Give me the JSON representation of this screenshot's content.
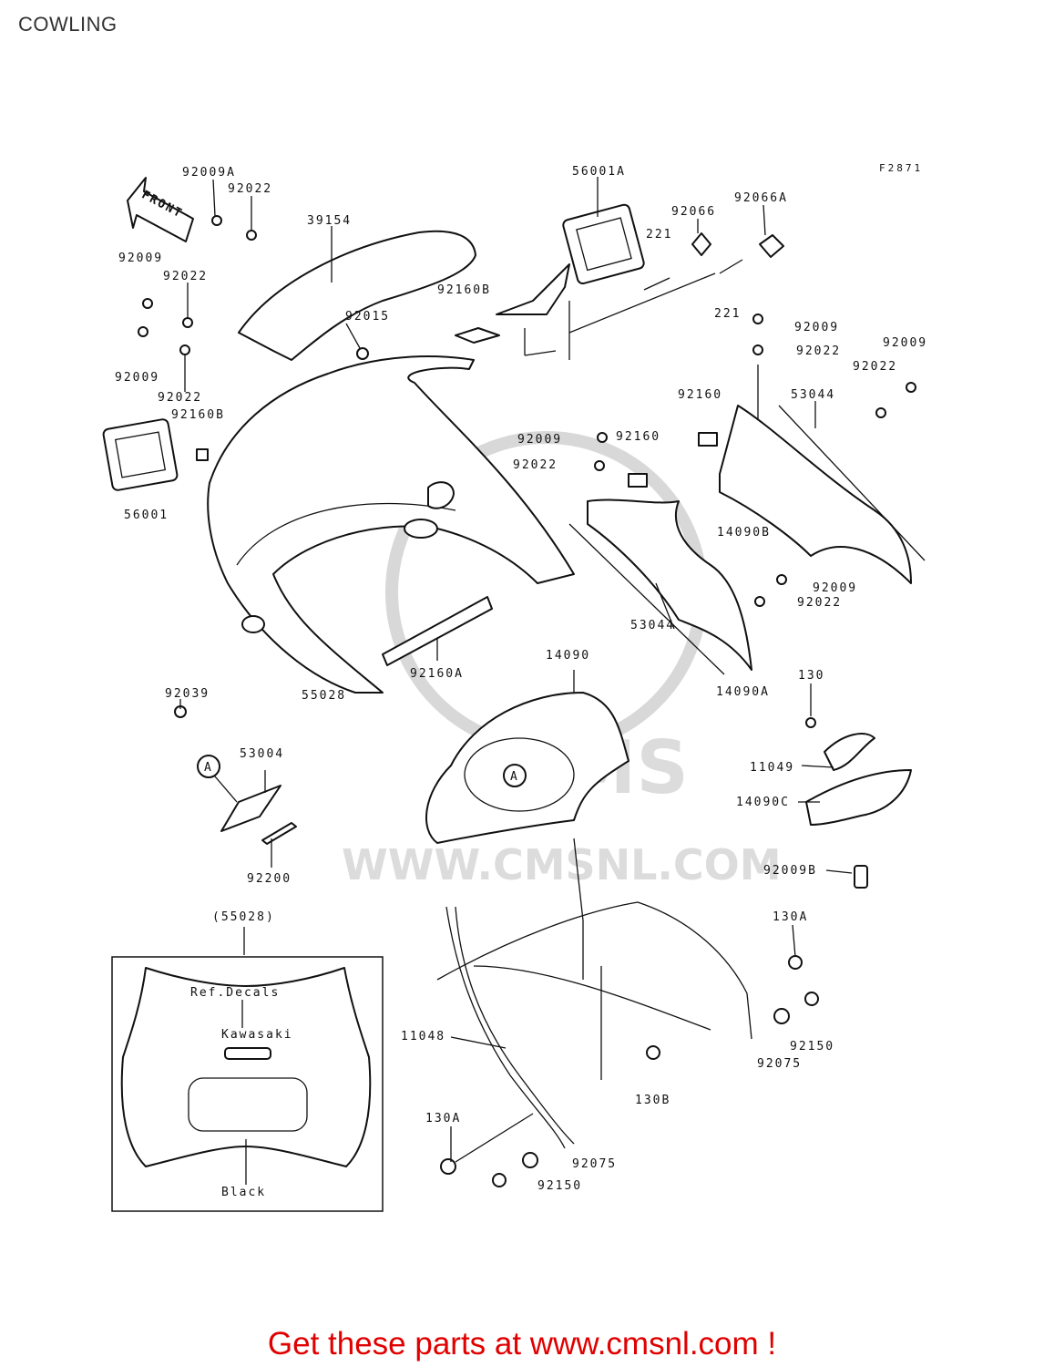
{
  "header": {
    "title": "COWLING"
  },
  "figure_code": "F2871",
  "front_arrow": {
    "label": "FRONT"
  },
  "watermark": {
    "brand": "CMS",
    "url": "WWW.CMSNL.COM"
  },
  "part_labels": {
    "l92009A": "92009A",
    "l92022a": "92022",
    "l39154": "39154",
    "l92009a": "92009",
    "l92022b": "92022",
    "l92015": "92015",
    "l92009b": "92009",
    "l92022c": "92022",
    "l92160B_a": "92160B",
    "l56001": "56001",
    "l56001A": "56001A",
    "l221a": "221",
    "l92066": "92066",
    "l92066A": "92066A",
    "l92160B_b": "92160B",
    "l221b": "221",
    "l92009c": "92009",
    "l92022d": "92022",
    "l92009d": "92009",
    "l92022e": "92022",
    "l92160a": "92160",
    "l53044a": "53044",
    "l92009e": "92009",
    "l92160b": "92160",
    "l92022f": "92022",
    "l14090B": "14090B",
    "l92009f": "92009",
    "l92022g": "92022",
    "l14090": "14090",
    "l53044b": "53044",
    "l92160A": "92160A",
    "l14090A": "14090A",
    "l55028": "55028",
    "l92039": "92039",
    "l53004": "53004",
    "l92200": "92200",
    "l130": "130",
    "l11049": "11049",
    "l14090C": "14090C",
    "l92009B": "92009B",
    "l55028p": "(55028)",
    "l130A_a": "130A",
    "l11048": "11048",
    "l92150a": "92150",
    "l92075a": "92075",
    "l130B": "130B",
    "l130A_b": "130A",
    "l92075b": "92075",
    "l92150b": "92150",
    "callout_a1": "A",
    "callout_a2": "A"
  },
  "inset": {
    "ref_decals": "Ref.Decals",
    "brand_decal": "Kawasaki",
    "black": "Black"
  },
  "footer": {
    "cta": "Get these parts at www.cmsnl.com !"
  },
  "colors": {
    "cta": "#e00000",
    "line": "#111111",
    "watermark": "#d8d8d8"
  }
}
